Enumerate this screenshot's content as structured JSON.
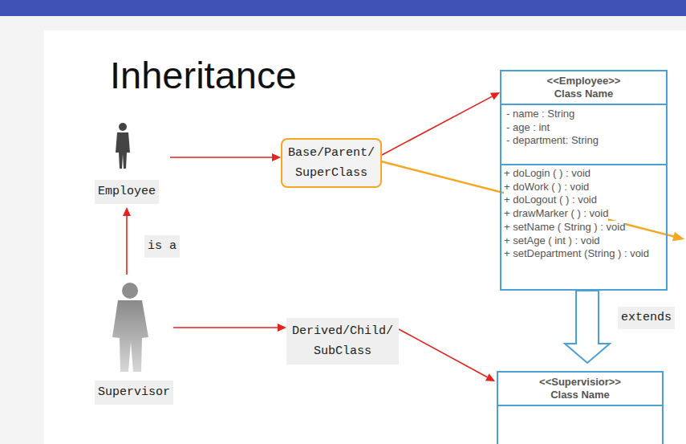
{
  "diagram": {
    "title": "Inheritance",
    "nodes": [
      {
        "text": [
          "Employee"
        ]
      },
      {
        "text": [
          "Base/Parent/ SuperClass"
        ]
      },
      {
        "text": [
          "<<Employee>>",
          "Class Name",
          "- name : String",
          "- age : int",
          "- department: String",
          "+ doLogin ( ) : void",
          "+ doWork ( ) : void",
          "+ doLogout ( ) : void",
          "+ drawMarker ( ) : void",
          "+ setName ( String ) : void",
          "+ setAge ( int ) : void",
          "+ setDepartment (String ) : void"
        ]
      },
      {
        "text": [
          "Supervisor"
        ]
      },
      {
        "text": [
          "Derived/Child/ SubClass"
        ]
      },
      {
        "text": [
          "<<Supervisior>>",
          "Class Name"
        ]
      }
    ],
    "edges": [
      {
        "from": 0,
        "to": 1,
        "arrow": "to"
      },
      {
        "from": 1,
        "to": 2,
        "arrow": "to"
      },
      {
        "from": 3,
        "to": 0,
        "arrow": "to",
        "label": "is a"
      },
      {
        "from": 3,
        "to": 4,
        "arrow": "to"
      },
      {
        "from": 4,
        "to": 5,
        "arrow": "to"
      },
      {
        "from": 2,
        "to": 5,
        "arrow": "to",
        "label": "extends"
      }
    ]
  }
}
